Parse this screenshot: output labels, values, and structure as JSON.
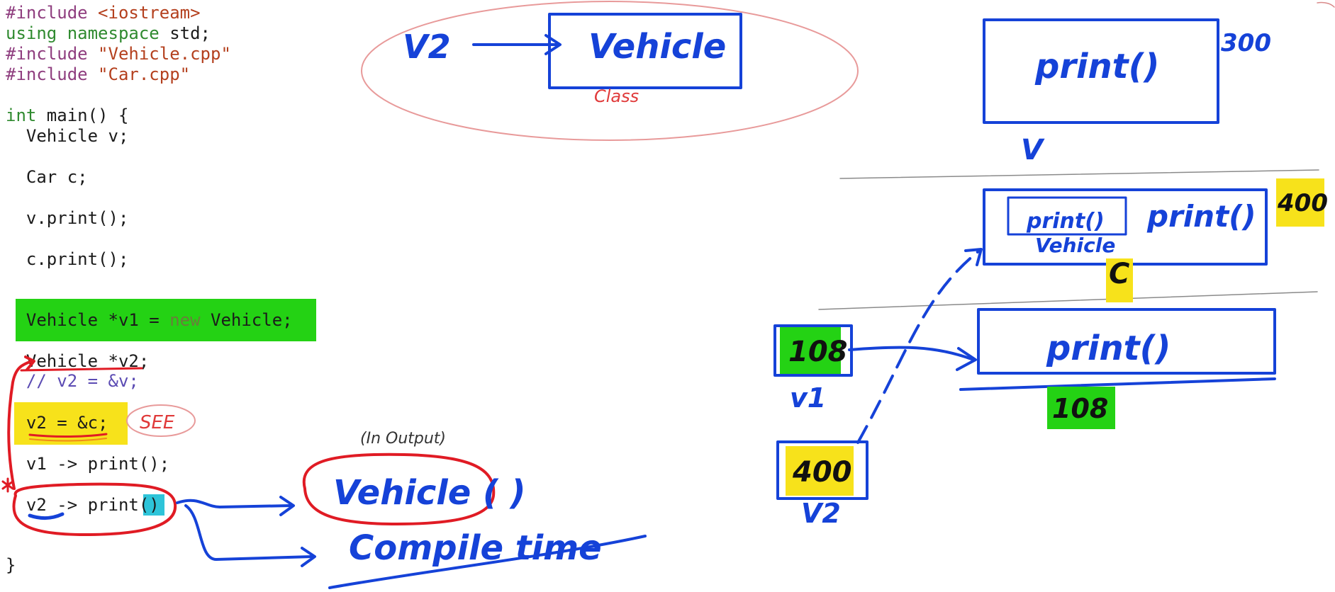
{
  "code": {
    "lines": [
      {
        "parts": [
          {
            "t": "#include ",
            "c": "kw-dir"
          },
          {
            "t": "<iostream>",
            "c": "kw-str"
          }
        ]
      },
      {
        "parts": [
          {
            "t": "using ",
            "c": "kw-type"
          },
          {
            "t": "namespace ",
            "c": "kw-type"
          },
          {
            "t": "std;",
            "c": ""
          }
        ]
      },
      {
        "parts": [
          {
            "t": "#include ",
            "c": "kw-dir"
          },
          {
            "t": "\"Vehicle.cpp\"",
            "c": "kw-str"
          }
        ]
      },
      {
        "parts": [
          {
            "t": "#include ",
            "c": "kw-dir"
          },
          {
            "t": "\"Car.cpp\"",
            "c": "kw-str"
          }
        ]
      },
      {
        "parts": [
          {
            "t": "",
            "c": ""
          }
        ]
      },
      {
        "parts": [
          {
            "t": "int ",
            "c": "kw-type"
          },
          {
            "t": "main() {",
            "c": ""
          }
        ]
      },
      {
        "parts": [
          {
            "t": "  Vehicle v;",
            "c": ""
          }
        ]
      },
      {
        "parts": [
          {
            "t": "",
            "c": ""
          }
        ]
      },
      {
        "parts": [
          {
            "t": "  Car c;",
            "c": ""
          }
        ]
      },
      {
        "parts": [
          {
            "t": "",
            "c": ""
          }
        ]
      },
      {
        "parts": [
          {
            "t": "  v.print();",
            "c": ""
          }
        ]
      },
      {
        "parts": [
          {
            "t": "",
            "c": ""
          }
        ]
      },
      {
        "parts": [
          {
            "t": "  c.print();",
            "c": ""
          }
        ]
      }
    ],
    "v1_line": {
      "a": "  Vehicle *v1 = ",
      "b": "new",
      "c": " Vehicle;"
    },
    "v2_decl": "  Vehicle *v2;",
    "comment": "  // v2 = &v;",
    "assign": "  v2 = &c;",
    "call1": "  v1 -> print();",
    "call2_a": "  v2 -> print",
    "call2_b": "()",
    "close": "}"
  },
  "annotations": {
    "v2": "V2",
    "vehicle": "Vehicle",
    "class": "Class",
    "see": "SEE",
    "in_output": "(In Output)",
    "vehicle_call": "Vehicle ( )",
    "compile_time": "Compile time",
    "print_top": "print()",
    "addr_300": "300",
    "v_label": "V",
    "print_inner": "print()",
    "vehicle_inner": "Vehicle",
    "print_car": "print()",
    "addr_400": "400",
    "c_label": "C",
    "box_108": "108",
    "v1_label": "v1",
    "print_bottom": "print()",
    "addr_108": "108",
    "box_400": "400",
    "v2_label": "V2"
  },
  "colors": {
    "ink_blue": "#1542d8",
    "ink_red": "#e01b24",
    "pink": "#e89a9a",
    "green_hl": "#24d214",
    "yellow_hl": "#f7e21b",
    "cyan_hl": "#2ec4d9"
  }
}
